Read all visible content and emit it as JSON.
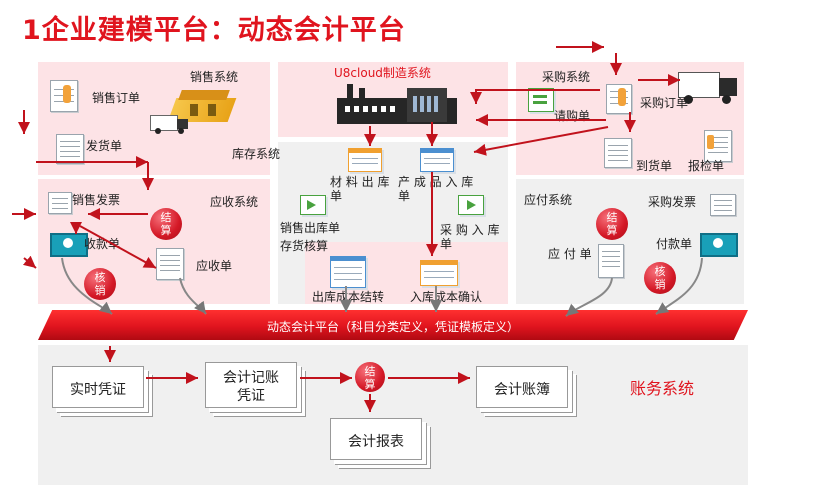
{
  "title": "1企业建模平台：动态会计平台",
  "systems": {
    "sales": "销售系统",
    "inventory": "库存系统",
    "manufacturing": "U8cloud制造系统",
    "purchase": "采购系统",
    "receivable": "应收系统",
    "payable": "应付系统",
    "accounting": "账务系统"
  },
  "documents": {
    "sales_order": "销售订单",
    "delivery_note": "发货单",
    "request_order": "请购单",
    "purchase_order": "采购订单",
    "arrival_note": "到货单",
    "inspection_note": "报检单",
    "material_out": "材 料 出 库 单",
    "product_in": "产 成 品 入 库 单",
    "sales_out": "销售出库单",
    "purchase_in": "采 购 入 库 单",
    "inventory_accounting": "存货核算",
    "sales_invoice": "销售发票",
    "receipt": "收款单",
    "receivable_note": "应收单",
    "purchase_invoice": "采购发票",
    "payment": "付款单",
    "payable_note": "应 付 单",
    "out_cost_transfer": "出库成本结转",
    "in_cost_confirm": "入库成本确认"
  },
  "balls": {
    "settle_ar": [
      "结",
      "算"
    ],
    "write_off_ar": [
      "核",
      "销"
    ],
    "settle_ap": [
      "结",
      "算"
    ],
    "write_off_ap": [
      "核",
      "销"
    ],
    "settle_gl": [
      "结",
      "算"
    ]
  },
  "platform_band": "动态会计平台（科目分类定义，凭证模板定义）",
  "ledger": {
    "realtime_voucher": "实时凭证",
    "posting_voucher": "会计记账凭证",
    "account_book": "会计账簿",
    "report": "会计报表"
  }
}
